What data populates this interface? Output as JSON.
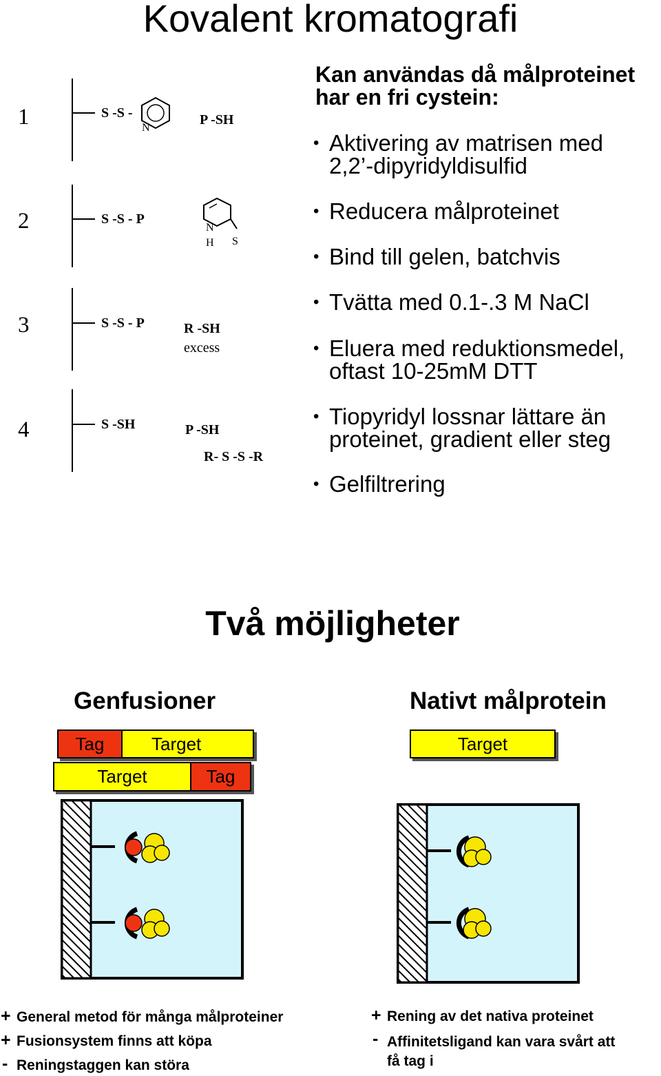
{
  "title": "Kovalent kromatografi",
  "steps": [
    {
      "num": "1",
      "left": "S -S -",
      "left_n": "N",
      "right": "P -SH"
    },
    {
      "num": "2",
      "left": "S -S - P",
      "ring_n": "N",
      "ring_h": "H",
      "ring_s": "S"
    },
    {
      "num": "3",
      "left": "S -S - P",
      "right": "R -SH",
      "right_sub": "excess"
    },
    {
      "num": "4",
      "left": "S -SH",
      "right": "P -SH",
      "right_sub": "R- S -S -R"
    }
  ],
  "description": {
    "heading": "Kan användas då målproteinet har en fri cystein:",
    "bullets": [
      "Aktivering av matrisen med 2,2’-dipyridyldisulfid",
      "Reducera målproteinet",
      "Bind till gelen, batchvis",
      "Tvätta med 0.1-.3 M NaCl",
      "Eluera med reduktionsmedel, oftast 10-25mM DTT",
      "Tiopyridyl lossnar lättare än proteinet, gradient eller steg",
      "Gelfiltrering"
    ]
  },
  "section_title": "Två möjligheter",
  "left_option": {
    "title": "Genfusioner",
    "row1": {
      "tag": "Tag",
      "target": "Target"
    },
    "row2": {
      "target": "Target",
      "tag": "Tag"
    },
    "pros_cons": [
      {
        "sign": "+",
        "text": "General metod för många målproteiner"
      },
      {
        "sign": "+",
        "text": "Fusionsystem finns att köpa"
      },
      {
        "sign": "-",
        "text": "Reningstaggen kan störa"
      }
    ]
  },
  "right_option": {
    "title": "Nativt målprotein",
    "target": "Target",
    "pros_cons": [
      {
        "sign": "+",
        "text": "Rening av det nativa proteinet"
      },
      {
        "sign": "-",
        "text": "Affinitetsligand kan vara svårt att få tag i"
      }
    ]
  },
  "colors": {
    "tag": "#ee3311",
    "target": "#ffff00",
    "column_fill": "#d4f4fb",
    "bead": "#f7e600"
  }
}
